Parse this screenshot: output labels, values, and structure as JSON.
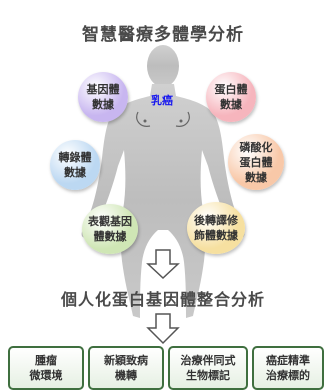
{
  "title_top": "智慧醫療多體學分析",
  "title_mid": "個人化蛋白基因體整合分析",
  "focus_label": "乳癌",
  "bubbles": [
    {
      "line1": "基因體",
      "line2": "數據",
      "line3": "",
      "color": "#c8b6f0"
    },
    {
      "line1": "蛋白體",
      "line2": "數據",
      "line3": "",
      "color": "#f6b5bd"
    },
    {
      "line1": "轉錄體",
      "line2": "數據",
      "line3": "",
      "color": "#bcd8f2"
    },
    {
      "line1": "磷酸化",
      "line2": "蛋白體",
      "line3": "數據",
      "color": "#f8c8a8"
    },
    {
      "line1": "表觀基因",
      "line2": "體數據",
      "line3": "",
      "color": "#cfe6b5"
    },
    {
      "line1": "後轉譯修",
      "line2": "飾體數據",
      "line3": "",
      "color": "#f6e0a0"
    }
  ],
  "boxes": [
    {
      "line1": "腫瘤",
      "line2": "微環境"
    },
    {
      "line1": "新穎致病",
      "line2": "機轉"
    },
    {
      "line1": "治療伴同式",
      "line2": "生物標記"
    },
    {
      "line1": "癌症精準",
      "line2": "治療標的"
    }
  ],
  "colors": {
    "title": "#4a4a4a",
    "box_border": "#3f6f3f",
    "focus_text": "#1a1aee"
  }
}
